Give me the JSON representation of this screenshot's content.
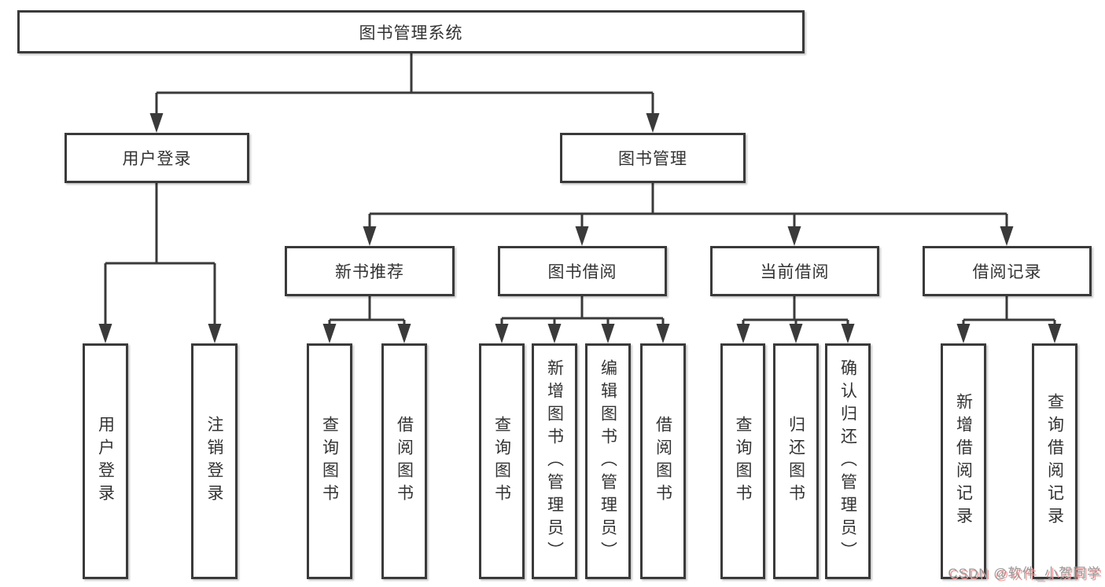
{
  "tree": {
    "label": "图书管理系统",
    "children": [
      {
        "label": "用户登录",
        "children": [
          {
            "label": "用户登录"
          },
          {
            "label": "注销登录"
          }
        ]
      },
      {
        "label": "图书管理",
        "children": [
          {
            "label": "新书推荐",
            "children": [
              {
                "label": "查询图书"
              },
              {
                "label": "借阅图书"
              }
            ]
          },
          {
            "label": "图书借阅",
            "children": [
              {
                "label": "查询图书"
              },
              {
                "label": "新增图书（管理员）"
              },
              {
                "label": "编辑图书（管理员）"
              },
              {
                "label": "借阅图书"
              }
            ]
          },
          {
            "label": "当前借阅",
            "children": [
              {
                "label": "查询图书"
              },
              {
                "label": "归还图书"
              },
              {
                "label": "确认归还（管理员）"
              }
            ]
          },
          {
            "label": "借阅记录",
            "children": [
              {
                "label": "新增借阅记录"
              },
              {
                "label": "查询借阅记录"
              }
            ]
          }
        ]
      }
    ]
  },
  "watermark": {
    "text": "CSDN @软件_小贺同学"
  },
  "colors": {
    "line": "#3a3a3a",
    "box_border": "#3a3a3a",
    "text": "#333333",
    "watermark_gray": "#9a9a9a",
    "watermark_pink": "#f09a9a"
  }
}
